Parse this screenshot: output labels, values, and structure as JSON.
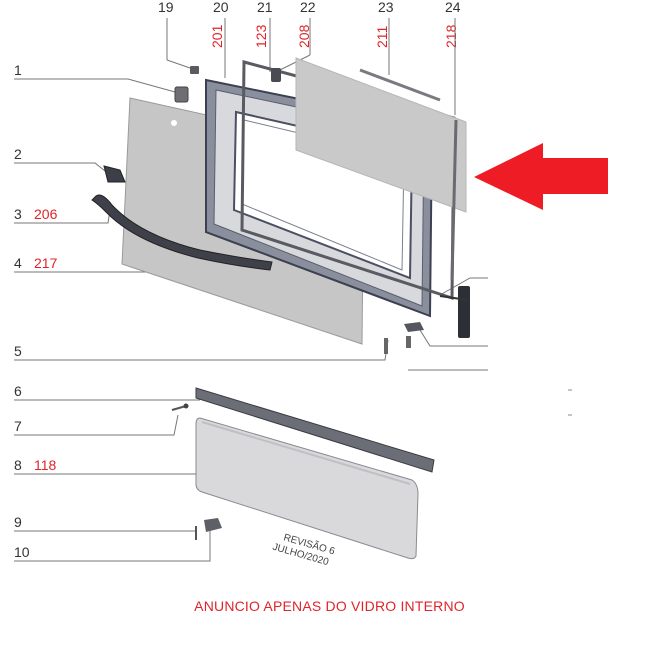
{
  "colors": {
    "black_label": "#333333",
    "red_label": "#e0242a",
    "arrow": "#ee1c25",
    "glass": "#c9c9c9",
    "frame": "#4a4f63"
  },
  "labels": {
    "top": [
      {
        "text": "19",
        "color": "black"
      },
      {
        "text": "20",
        "color": "black"
      },
      {
        "text": "21",
        "color": "black"
      },
      {
        "text": "22",
        "color": "black"
      },
      {
        "text": "23",
        "color": "black"
      },
      {
        "text": "24",
        "color": "black"
      }
    ],
    "top_codes": [
      {
        "text": "201",
        "color": "red"
      },
      {
        "text": "123",
        "color": "red"
      },
      {
        "text": "208",
        "color": "red"
      },
      {
        "text": "211",
        "color": "red"
      },
      {
        "text": "218",
        "color": "red"
      }
    ],
    "left": [
      {
        "num": "1",
        "code": ""
      },
      {
        "num": "2",
        "code": ""
      },
      {
        "num": "3",
        "code": "206"
      },
      {
        "num": "4",
        "code": "217"
      },
      {
        "num": "5",
        "code": ""
      },
      {
        "num": "6",
        "code": ""
      },
      {
        "num": "7",
        "code": ""
      },
      {
        "num": "8",
        "code": "118"
      },
      {
        "num": "9",
        "code": ""
      },
      {
        "num": "10",
        "code": ""
      }
    ]
  },
  "revision": {
    "line1": "REVISÃO 6",
    "line2": "JULHO/2020"
  },
  "notice": "ANUNCIO APENAS DO VIDRO INTERNO",
  "arrow": {
    "direction": "left",
    "icon": "red-arrow-icon"
  }
}
